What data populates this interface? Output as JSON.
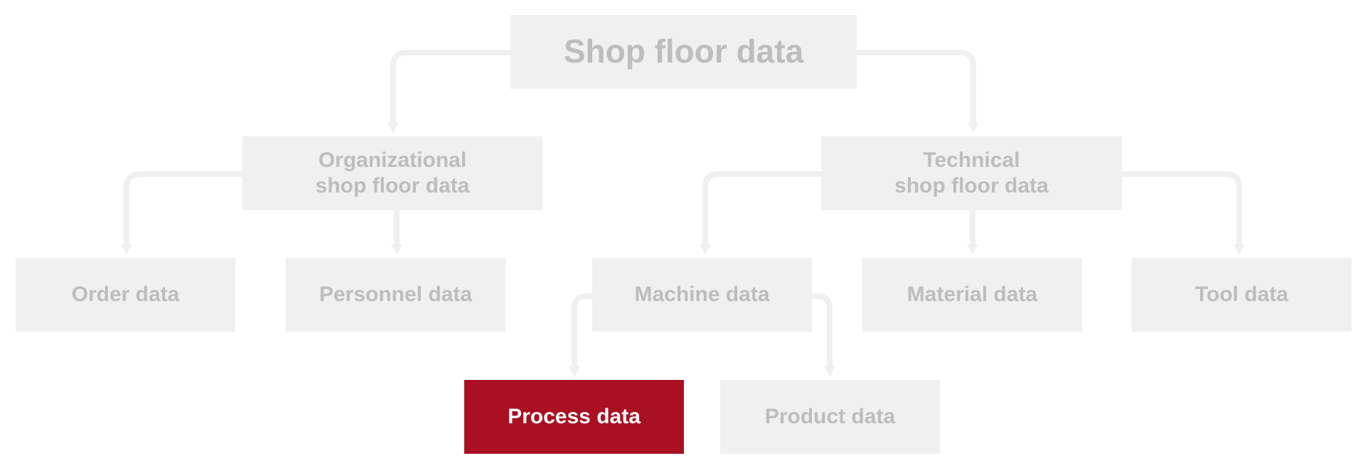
{
  "colors": {
    "box_fill": "#f0f0f0",
    "box_text": "#bdbdbd",
    "highlight_fill": "#a91022",
    "highlight_text": "#ffffff",
    "connector": "#f0f0f0"
  },
  "nodes": {
    "root": {
      "lines": [
        "Shop floor data"
      ]
    },
    "org": {
      "lines": [
        "Organizational",
        "shop floor data"
      ]
    },
    "tech": {
      "lines": [
        "Technical",
        "shop floor data"
      ]
    },
    "order": {
      "lines": [
        "Order data"
      ]
    },
    "personnel": {
      "lines": [
        "Personnel data"
      ]
    },
    "machine": {
      "lines": [
        "Machine data"
      ]
    },
    "material": {
      "lines": [
        "Material data"
      ]
    },
    "tool": {
      "lines": [
        "Tool data"
      ]
    },
    "process": {
      "lines": [
        "Process data"
      ],
      "highlighted": true
    },
    "product": {
      "lines": [
        "Product data"
      ]
    }
  }
}
